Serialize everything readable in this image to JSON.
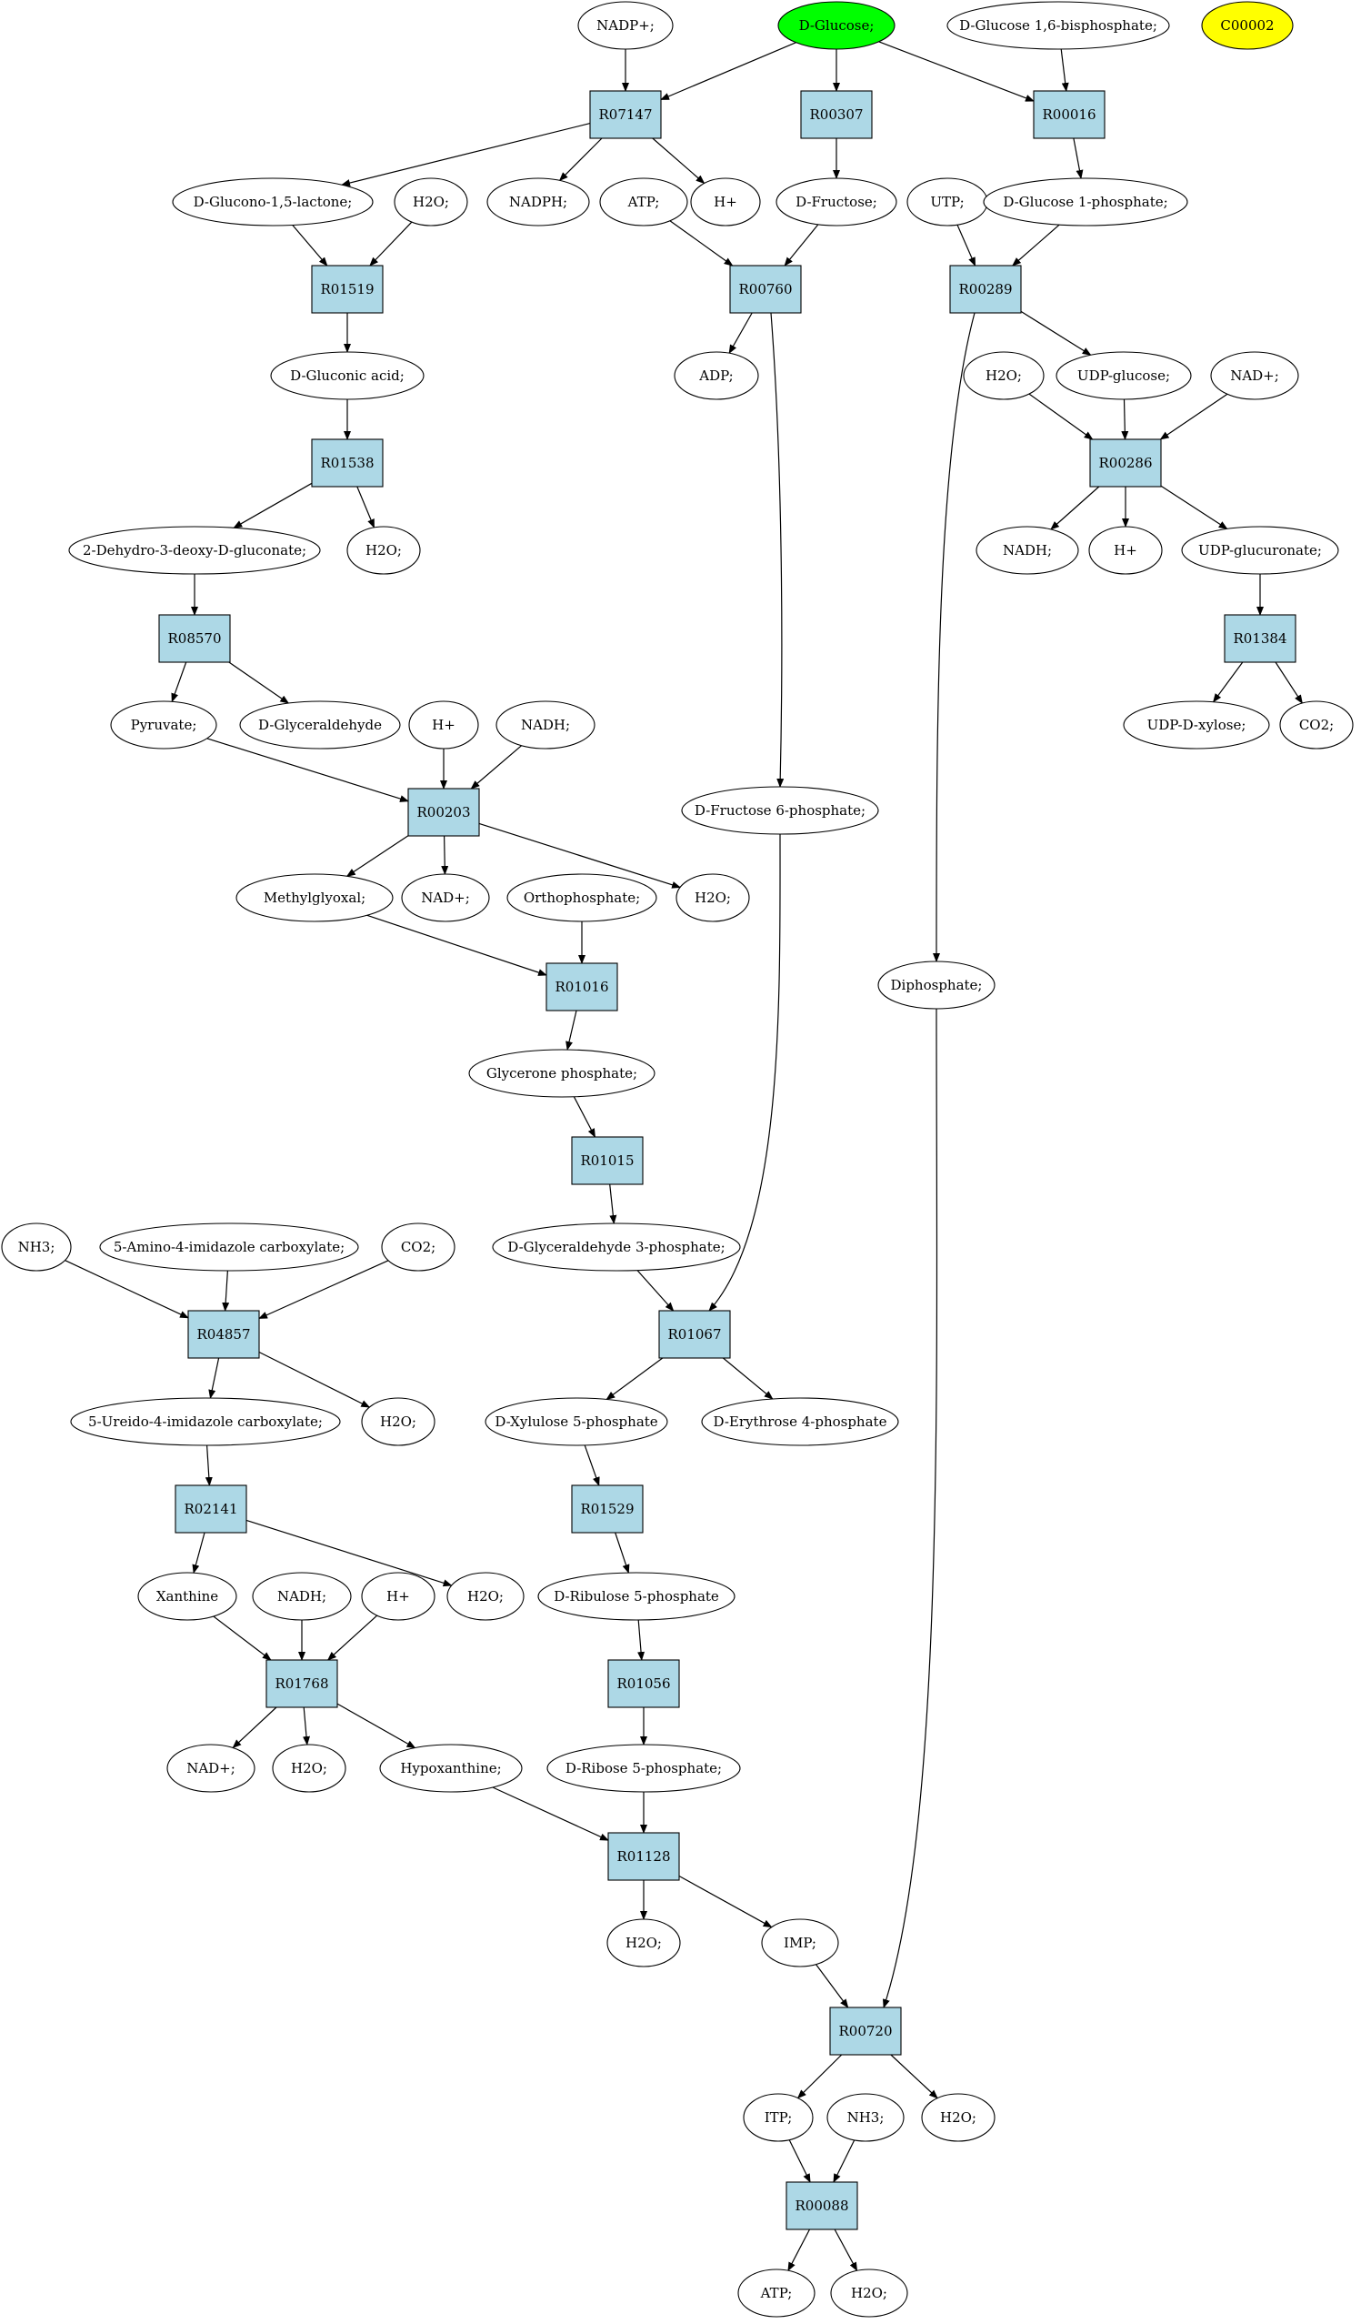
{
  "colors": {
    "reaction_fill": "#add8e6",
    "compound_fill": "#ffffff",
    "highlight_green": "#00ff00",
    "highlight_yellow": "#ffff00"
  },
  "reactions": [
    "R07147",
    "R00307",
    "R00016",
    "R01519",
    "R00760",
    "R00289",
    "R01538",
    "R00286",
    "R08570",
    "R01384",
    "R00203",
    "R01016",
    "R01015",
    "R04857",
    "R01067",
    "R02141",
    "R01529",
    "R01768",
    "R01056",
    "R01128",
    "R00720",
    "R00088"
  ],
  "compounds": {
    "nadp": "NADP+;",
    "glucose": "D-Glucose;",
    "g16bp": "D-Glucose 1,6-bisphosphate;",
    "c00002": "C00002",
    "gluconolactone": "D-Glucono-1,5-lactone;",
    "h2o_a": "H2O;",
    "nadph": "NADPH;",
    "atp_a": "ATP;",
    "hplus_a": "H+",
    "fructose": "D-Fructose;",
    "utp": "UTP;",
    "g1p": "D-Glucose 1-phosphate;",
    "adp": "ADP;",
    "gluconic": "D-Gluconic acid;",
    "h2o_b": "H2O;",
    "udpglucose": "UDP-glucose;",
    "nad_a": "NAD+;",
    "kdg": "2-Dehydro-3-deoxy-D-gluconate;",
    "h2o_c": "H2O;",
    "nadh_a": "NADH;",
    "hplus_b": "H+",
    "udpglucuronate": "UDP-glucuronate;",
    "pyruvate": "Pyruvate;",
    "glyceraldehyde": "D-Glyceraldehyde",
    "hplus_c": "H+",
    "nadh_b": "NADH;",
    "udpxylose": "UDP-D-xylose;",
    "co2_a": "CO2;",
    "f6p": "D-Fructose 6-phosphate;",
    "methylglyoxal": "Methylglyoxal;",
    "nad_b": "NAD+;",
    "orthophosphate": "Orthophosphate;",
    "h2o_d": "H2O;",
    "diphosphate": "Diphosphate;",
    "glyceronep": "Glycerone phosphate;",
    "nh3_a": "NH3;",
    "aic": "5-Amino-4-imidazole carboxylate;",
    "co2_b": "CO2;",
    "g3p": "D-Glyceraldehyde 3-phosphate;",
    "uic": "5-Ureido-4-imidazole carboxylate;",
    "h2o_e": "H2O;",
    "x5p": "D-Xylulose 5-phosphate",
    "e4p": "D-Erythrose 4-phosphate",
    "xanthine": "Xanthine",
    "nadh_c": "NADH;",
    "hplus_d": "H+",
    "h2o_f": "H2O;",
    "ru5p": "D-Ribulose 5-phosphate",
    "nad_c": "NAD+;",
    "h2o_g": "H2O;",
    "hypoxanthine": "Hypoxanthine;",
    "r5p": "D-Ribose 5-phosphate;",
    "h2o_h": "H2O;",
    "imp": "IMP;",
    "itp": "ITP;",
    "nh3_b": "NH3;",
    "h2o_i": "H2O;",
    "atp_b": "ATP;",
    "h2o_j": "H2O;"
  }
}
